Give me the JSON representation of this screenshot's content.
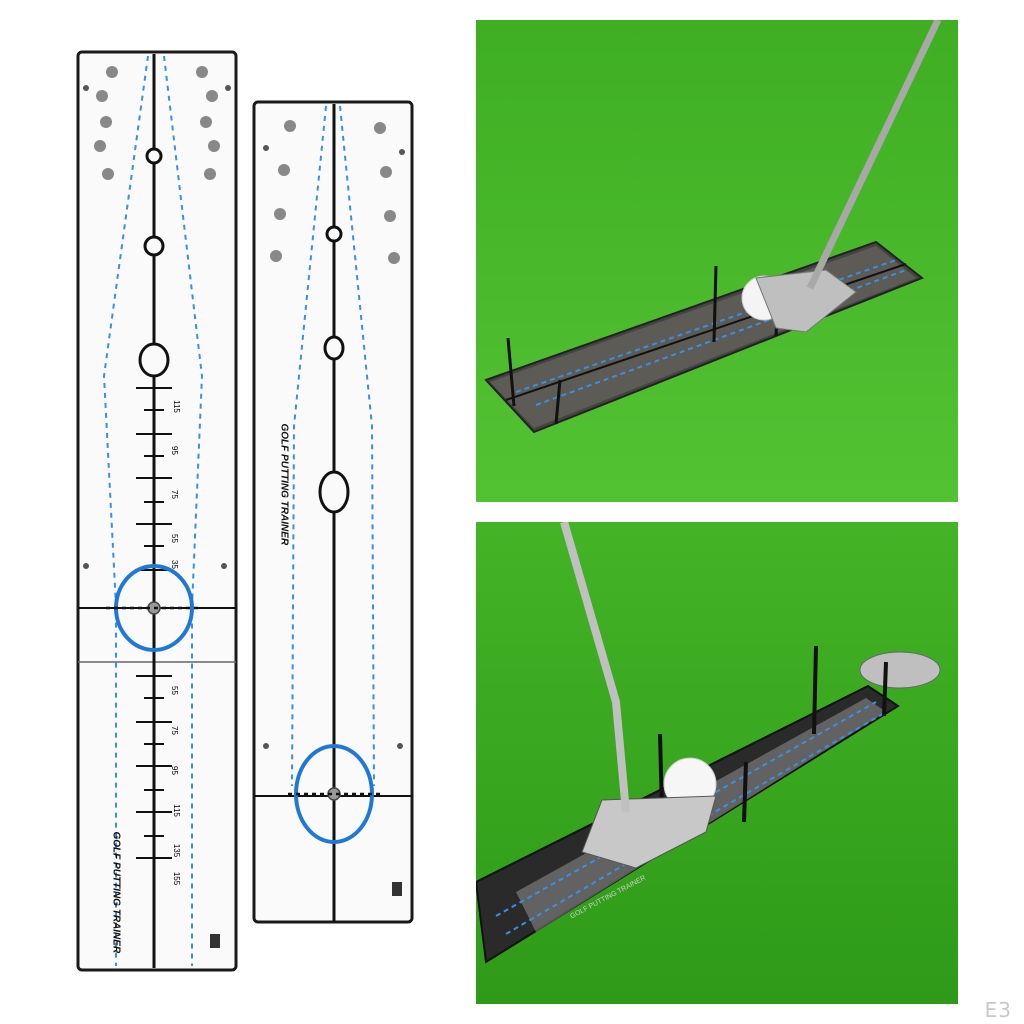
{
  "product": {
    "label_left": "GOLF PUTTING TRAINER",
    "label_right": "GOLF PUTTING TRAINER",
    "photo_board_label": "GOLF PUTTING TRAINER"
  },
  "scale_upper": [
    "115",
    "95",
    "75",
    "55",
    "35"
  ],
  "scale_lower": [
    "55",
    "75",
    "95",
    "115",
    "135",
    "155"
  ],
  "watermark": "E3",
  "colors": {
    "guide_blue": "#3b8fe0",
    "ring_blue": "#1f78d6",
    "line_black": "#111111",
    "grass_green": "#3fae23",
    "mirror_dark": "#2a2a2a"
  }
}
